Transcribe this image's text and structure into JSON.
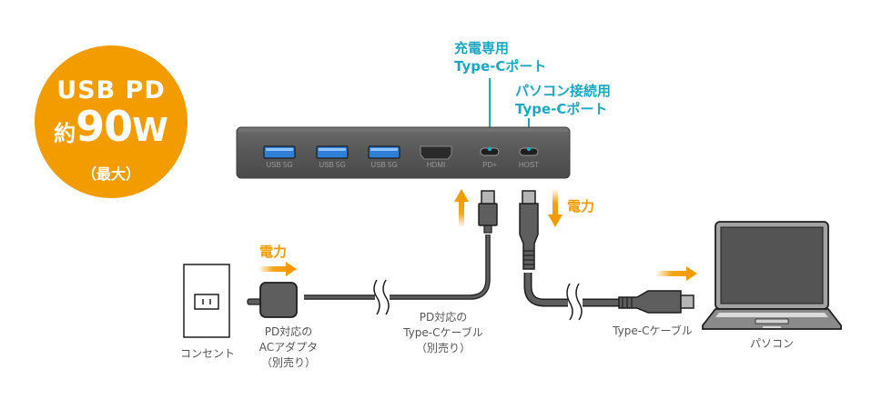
{
  "badge": {
    "line1": "USB PD",
    "prefix": "約",
    "value": "90",
    "unit": "W",
    "note": "（最大）",
    "color": "#f29c00"
  },
  "callouts": {
    "charge_port": {
      "title": "充電専用",
      "sub": "Type-Cポート"
    },
    "host_port": {
      "title": "パソコン接続用",
      "sub": "Type-Cポート"
    },
    "color": "#1aa8c1"
  },
  "hub": {
    "ports": [
      {
        "label": "USB 5G",
        "type": "usb-a"
      },
      {
        "label": "USB 5G",
        "type": "usb-a"
      },
      {
        "label": "USB 5G",
        "type": "usb-a"
      },
      {
        "label": "HDMI",
        "type": "hdmi"
      },
      {
        "label": "PD+",
        "type": "usb-c"
      },
      {
        "label": "HOST",
        "type": "usb-c"
      }
    ]
  },
  "flow_labels": {
    "power_in": "電力",
    "power_out": "電力"
  },
  "captions": {
    "outlet": "コンセント",
    "adapter": [
      "PD対応の",
      "ACアダプタ",
      "（別売り）"
    ],
    "pd_cable": [
      "PD対応の",
      "Type-Cケーブル",
      "（別売り）"
    ],
    "host_cable": "Type-Cケーブル",
    "pc": "パソコン"
  },
  "colors": {
    "arrow": "#f29c00",
    "hub_body": "#5a5a5a",
    "usb_blue": "#2f7fd6"
  }
}
